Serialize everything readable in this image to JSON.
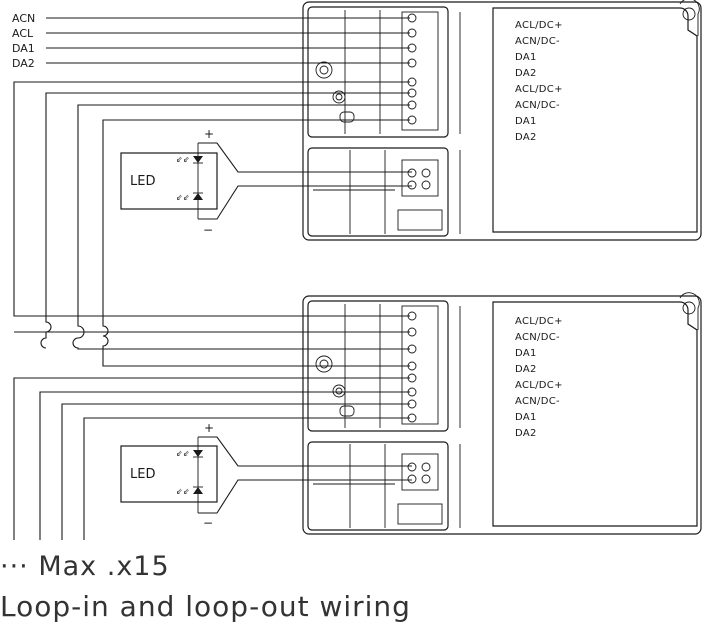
{
  "input_labels": [
    "ACN",
    "ACL",
    "DA1",
    "DA2"
  ],
  "driver_terminals": [
    "ACL/DC+",
    "ACN/DC-",
    "DA1",
    "DA2",
    "ACL/DC+",
    "ACN/DC-",
    "DA1",
    "DA2"
  ],
  "led": {
    "label": "LED",
    "plus": "+",
    "minus": "−"
  },
  "notes": {
    "max_count": "··· Max .x15",
    "caption": "Loop-in and loop-out wiring"
  }
}
